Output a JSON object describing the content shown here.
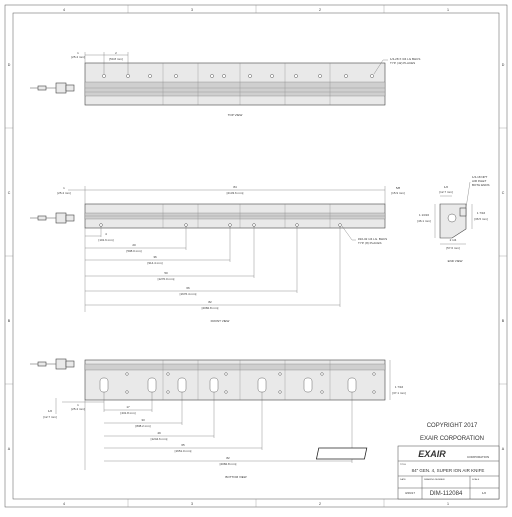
{
  "border": {
    "columns": [
      "4",
      "3",
      "2",
      "1"
    ],
    "rows": [
      "D",
      "C",
      "B",
      "A"
    ]
  },
  "top_view": {
    "label": "TOP VIEW",
    "dim_left": "1",
    "dim_left_mm": "[25.4 mm]",
    "dim_spacing": "2",
    "dim_spacing_mm": "[50.8 mm]",
    "callout": "1/4-28 X 3/4 LG BHCS",
    "callout_places": "TYP. (42) PLACES"
  },
  "front_view": {
    "label": "FRONT VIEW",
    "dim_left": "1",
    "dim_left_mm": "[25.4 mm]",
    "dim_overall": "84",
    "dim_overall_mm": "[2133.6 mm]",
    "dim_right": "5/8",
    "dim_right_mm": "[15.9 mm]",
    "callout": "#10-32 1/4 LG. BHCS",
    "callout_places": "TYP. (8) PLACES",
    "dims": [
      {
        "value": "4",
        "mm": "[101.6 mm]"
      },
      {
        "value": "20",
        "mm": "[508.0 mm]"
      },
      {
        "value": "36",
        "mm": "[914.4 mm]"
      },
      {
        "value": "50",
        "mm": "[1270.0 mm]"
      },
      {
        "value": "66",
        "mm": "[1676.4 mm]"
      },
      {
        "value": "82",
        "mm": "[2082.8 mm]"
      }
    ]
  },
  "end_view": {
    "label": "END VIEW",
    "inlet_note_1": "1/4-18 NPT",
    "inlet_note_2": "AIR INLET",
    "inlet_note_3": "BOTH ENDS",
    "dim_top": "1/2",
    "dim_top_mm": "[12.7 mm]",
    "dim_height": "1 13/16",
    "dim_height_mm": "[46.1 mm]",
    "dim_right": "1 7/16",
    "dim_right_mm": "[36.5 mm]",
    "dim_width": "2 1/4",
    "dim_width_mm": "[57.6 mm]"
  },
  "bottom_view": {
    "label": "BOTTOM VIEW",
    "dim_left": "1",
    "dim_left_mm": "[25.4 mm]",
    "dim_edge": "1/2",
    "dim_edge_mm": "[12.7 mm]",
    "dim_right": "1 7/16",
    "dim_right_mm": "[37.1 mm]",
    "dims": [
      {
        "value": "17",
        "mm": "[431.8 mm]"
      },
      {
        "value": "33",
        "mm": "[838.2 mm]"
      },
      {
        "value": "49",
        "mm": "[1244.6 mm]"
      },
      {
        "value": "65",
        "mm": "[1651.0 mm]"
      },
      {
        "value": "82",
        "mm": "[2082.8 mm]"
      }
    ]
  },
  "copyright": {
    "line1": "COPYRIGHT 2017",
    "line2": "EXAIR CORPORATION"
  },
  "title_block": {
    "logo": "EXAIR",
    "corporation": "CORPORATION",
    "title_label": "TITLE",
    "title": "84\" GEN. 4, SUPER ION AIR KNIFE",
    "date_label": "DATE",
    "date": "3/29/17",
    "drawing_label": "DRAWING NUMBER",
    "drawing_number": "DIM-112084",
    "scale_label": "SCALE",
    "scale": "1/2"
  }
}
